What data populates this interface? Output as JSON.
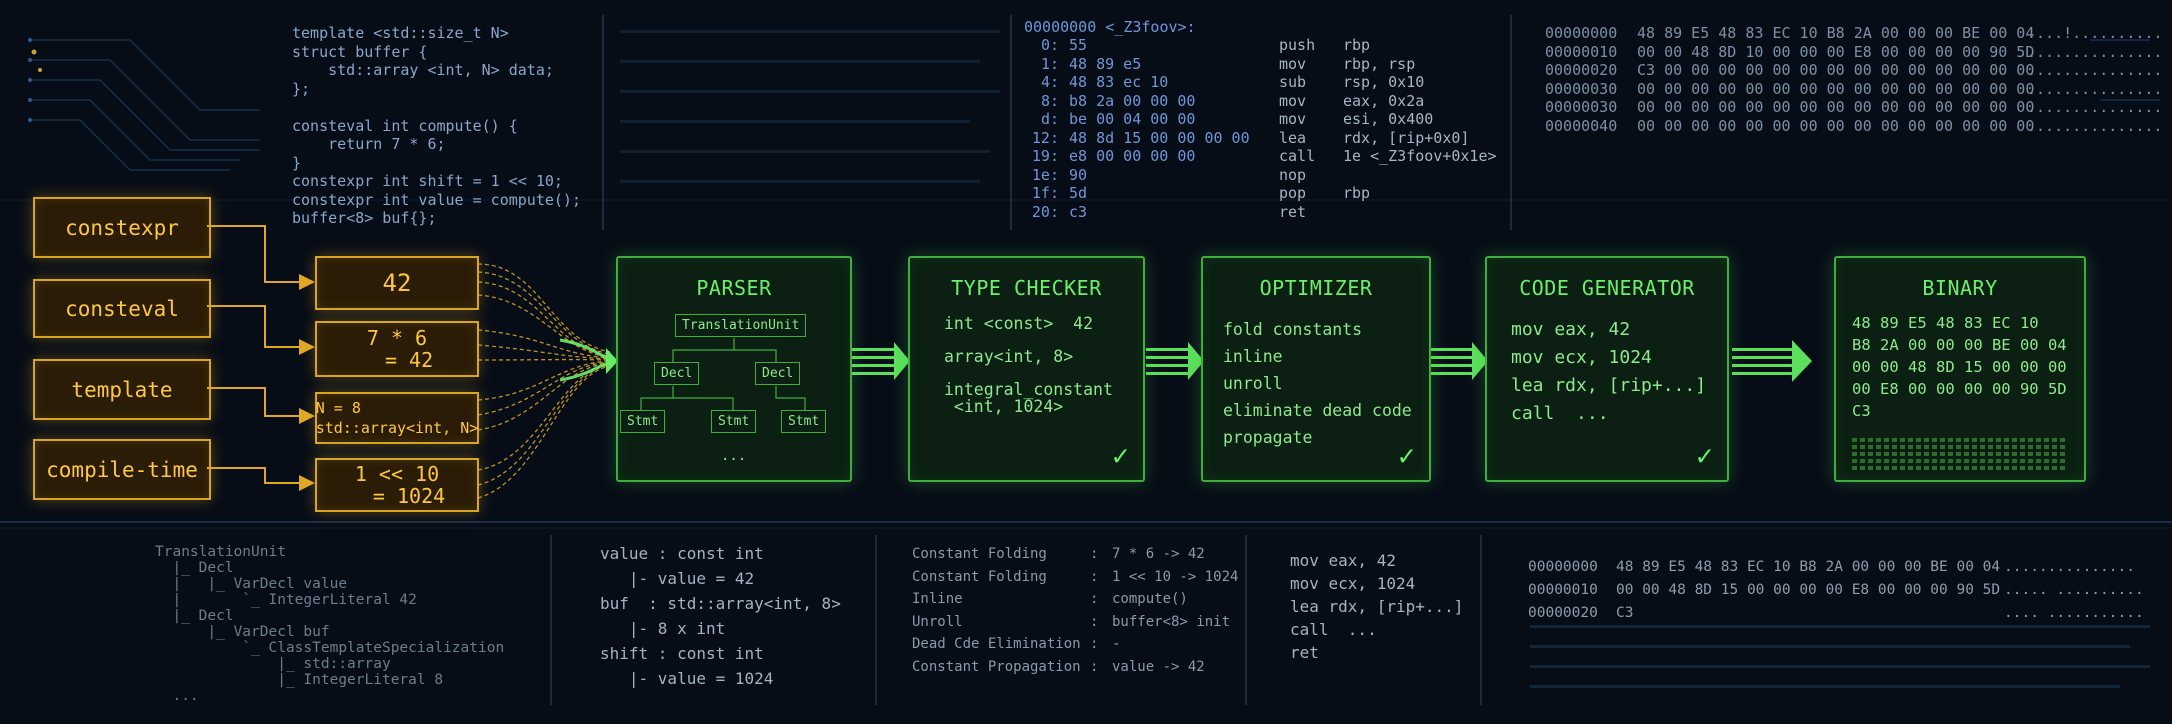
{
  "top_code": {
    "lines": [
      "template <std::size_t N>",
      "struct buffer {",
      "    std::array <int, N> data;",
      "};",
      "",
      "consteval int compute() {",
      "    return 7 * 6;",
      "}",
      "constexpr int shift = 1 << 10;",
      "constexpr int value = compute();",
      "buffer<8> buf{};"
    ]
  },
  "disasm": {
    "header": "00000000 <_Z3foov>:",
    "rows": [
      [
        "0:",
        "55",
        "push",
        "rbp"
      ],
      [
        "1:",
        "48 89 e5",
        "mov",
        "rbp, rsp"
      ],
      [
        "4:",
        "48 83 ec 10",
        "sub",
        "rsp, 0x10"
      ],
      [
        "8:",
        "b8 2a 00 00 00",
        "mov",
        "eax, 0x2a"
      ],
      [
        "d:",
        "be 00 04 00 00",
        "mov",
        "esi, 0x400"
      ],
      [
        "12:",
        "48 8d 15 00 00 00 00",
        "lea",
        "rdx, [rip+0x0]"
      ],
      [
        "19:",
        "e8 00 00 00 00",
        "call",
        "1e <_Z3foov+0x1e>"
      ],
      [
        "1e:",
        "90",
        "nop",
        ""
      ],
      [
        "1f:",
        "5d",
        "pop",
        "rbp"
      ],
      [
        "20:",
        "c3",
        "ret",
        ""
      ]
    ]
  },
  "top_hex": {
    "rows": [
      [
        "00000000",
        "48 89 E5 48 83 EC 10 B8 2A 00 00 00 BE 00 04",
        "....!.........."
      ],
      [
        "00000010",
        "00 00 48 8D 10 00 00 00 E8 00 00 00 00 90 5D",
        "..............."
      ],
      [
        "00000020",
        "C3 00 00 00 00 00 00 00 00 00 00 00 00 00 00",
        "..............."
      ],
      [
        "00000030",
        "00 00 00 00 00 00 00 00 00 00 00 00 00 00 00",
        "..............."
      ],
      [
        "00000030",
        "00 00 00 00 00 00 00 00 00 00 00 00 00 00 00",
        "..............."
      ],
      [
        "00000040",
        "00 00 00 00 00 00 00 00 00 00 00 00 00 00 00",
        "..............."
      ]
    ]
  },
  "keywords": [
    "constexpr",
    "consteval",
    "template",
    "compile-time"
  ],
  "values": [
    "42",
    "7 * 6\n  = 42",
    "N = 8\nstd::array<int, N>",
    "1 << 10\n  = 1024"
  ],
  "stages": {
    "parser": {
      "title": "PARSER",
      "root": "TranslationUnit",
      "decl1": "Decl",
      "decl2": "Decl",
      "stmt1": "Stmt",
      "stmt2": "Stmt",
      "stmt3": "Stmt",
      "ellipsis": "..."
    },
    "type_checker": {
      "title": "TYPE CHECKER",
      "lines": "int <const>  42\n\narray<int, 8>\n\nintegral_constant\n <int, 1024>"
    },
    "optimizer": {
      "title": "OPTIMIZER",
      "lines": "fold constants\ninline\nunroll\neliminate dead code\npropagate"
    },
    "code_generator": {
      "title": "CODE GENERATOR",
      "lines": "mov eax, 42\nmov ecx, 1024\nlea rdx, [rip+...]\ncall  ..."
    },
    "binary": {
      "title": "BINARY",
      "lines": "48 89 E5 48 83 EC 10\nB8 2A 00 00 00 BE 00 04\n00 00 48 8D 15 00 00 00\n00 E8 00 00 00 00 90 5D\nC3"
    }
  },
  "ast_dump": "TranslationUnit\n  |_ Decl\n  |   |_ VarDecl value\n  |       `_ IntegerLiteral 42\n  |_ Decl\n      |_ VarDecl buf\n          `_ ClassTemplateSpecialization\n              |_ std::array\n              |_ IntegerLiteral 8\n  ...",
  "types_panel": "value : const int\n   |- value = 42\nbuf  : std::array<int, 8>\n   |- 8 x int\nshift : const int\n   |- value = 1024",
  "passes": {
    "rows": [
      [
        "Constant Folding",
        ":",
        "7 * 6 -> 42"
      ],
      [
        "Constant Folding",
        ":",
        "1 << 10 -> 1024"
      ],
      [
        "Inline",
        ":",
        "compute()"
      ],
      [
        "Unroll",
        ":",
        "buffer<8> init"
      ],
      [
        "Dead Cde Elimination",
        ":",
        "-"
      ],
      [
        "Constant Propagation",
        ":",
        "value -> 42"
      ]
    ]
  },
  "bottom_asm": "mov eax, 42\nmov ecx, 1024\nlea rdx, [rip+...]\ncall  ...\nret",
  "bottom_hex": {
    "rows": [
      [
        "00000000",
        "48 89 E5 48 83 EC 10 B8 2A 00 00 00 BE 00 04",
        "..............."
      ],
      [
        "00000010",
        "00 00 48 8D 15 00 00 00 00 E8 00 00 00 90 5D",
        "..... .........."
      ],
      [
        "00000020",
        "C3",
        ".... ..........."
      ]
    ]
  },
  "colors": {
    "yellow": "#ffc83c",
    "green": "#6cf06c",
    "blue_code": "#6f96d6",
    "bg": "#070d17"
  }
}
